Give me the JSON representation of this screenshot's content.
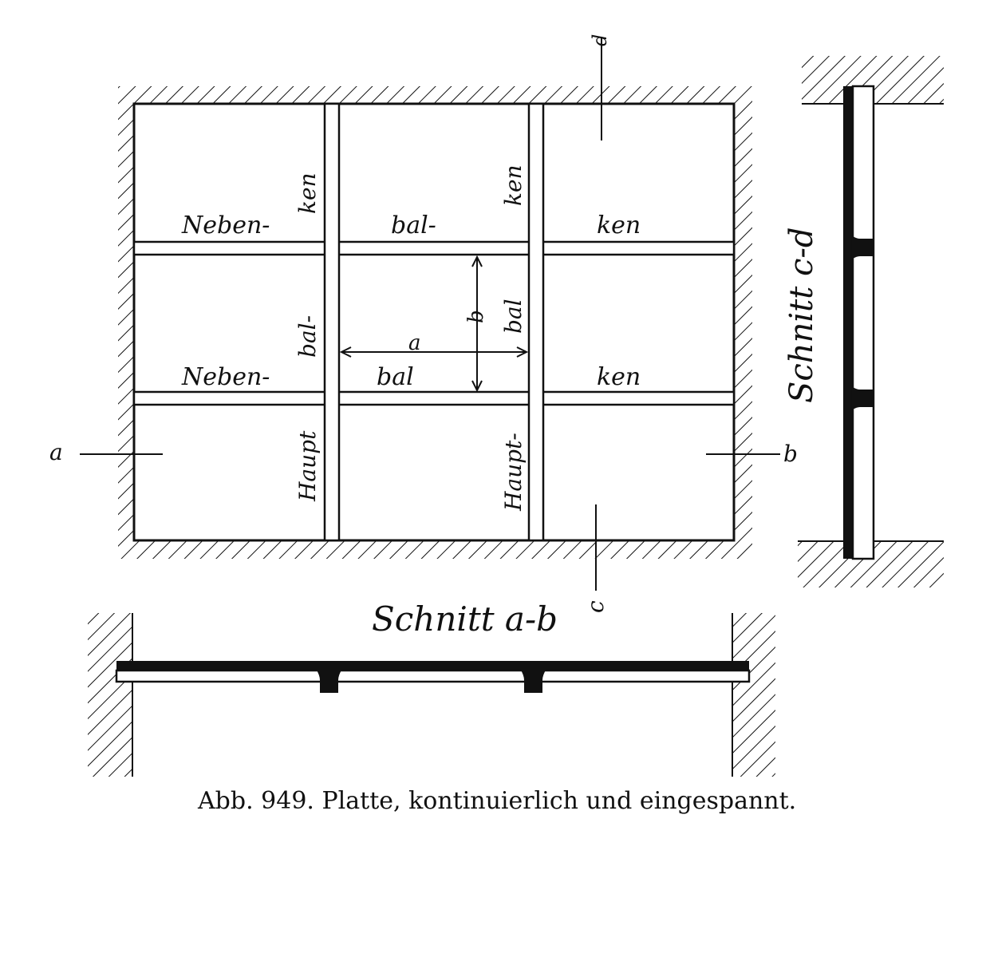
{
  "plan": {
    "beam_labels": {
      "neben_top": [
        "Neben-",
        "bal-",
        "ken"
      ],
      "neben_mid": [
        "Neben-",
        "bal",
        "ken"
      ],
      "haupt_left": [
        "Haupt",
        "bal-",
        "ken"
      ],
      "haupt_right": [
        "Haupt-",
        "bal",
        "ken"
      ]
    },
    "dimensions": {
      "span_a": "a",
      "span_b": "b"
    },
    "cut_marks": {
      "a": "a",
      "b": "b",
      "c": "c",
      "d": "d"
    }
  },
  "sections": {
    "ab_title": "Schnitt a-b",
    "cd_title": "Schnitt c-d"
  },
  "caption": "Abb. 949.  Platte, kontinuierlich und eingespannt."
}
